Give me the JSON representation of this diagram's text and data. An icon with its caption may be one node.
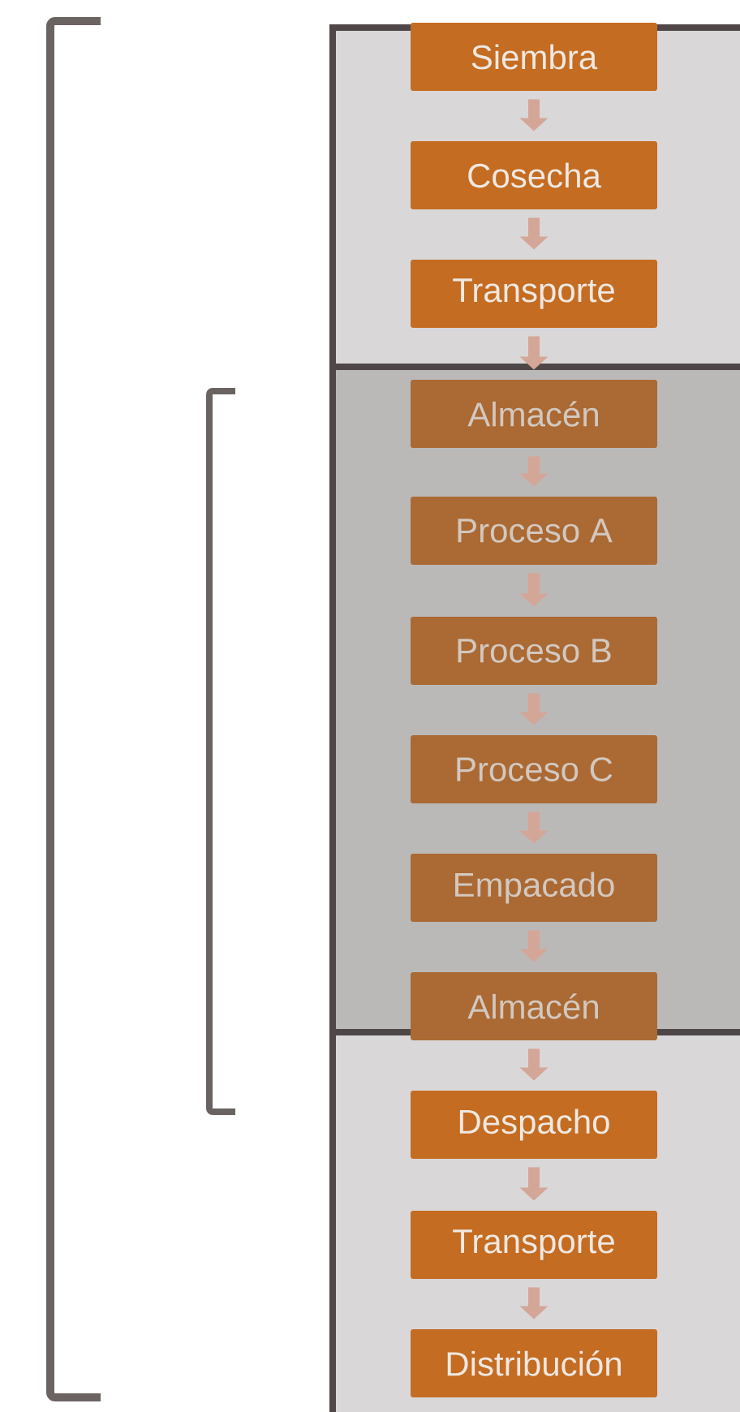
{
  "diagram": {
    "nodes": [
      {
        "text": [],
        "shape": "box"
      },
      {
        "text": [
          "Siembra"
        ],
        "in": 0
      },
      {
        "text": [
          "Cosecha"
        ],
        "in": 0
      },
      {
        "text": [
          "Transporte"
        ],
        "in": 0
      },
      {
        "text": [],
        "shape": "box"
      },
      {
        "text": [
          "Almacén"
        ],
        "in": 4
      },
      {
        "text": [
          "Proceso A"
        ],
        "in": 4
      },
      {
        "text": [
          "Proceso B"
        ],
        "in": 4
      },
      {
        "text": [
          "Proceso C"
        ],
        "in": 4
      },
      {
        "text": [
          "Empacado"
        ],
        "in": 4
      },
      {
        "text": [
          "Almacén"
        ],
        "in": 4
      },
      {
        "text": [],
        "shape": "box"
      },
      {
        "text": [
          "Despacho"
        ],
        "in": 11
      },
      {
        "text": [
          "Transporte"
        ],
        "in": 11
      },
      {
        "text": [
          "Distribución"
        ],
        "in": 11
      }
    ],
    "edges": [
      {
        "from": 1,
        "to": 2,
        "arrow": "to"
      },
      {
        "from": 2,
        "to": 3,
        "arrow": "to"
      },
      {
        "from": 3,
        "to": 5,
        "arrow": "to"
      },
      {
        "from": 5,
        "to": 6,
        "arrow": "to"
      },
      {
        "from": 6,
        "to": 7,
        "arrow": "to"
      },
      {
        "from": 7,
        "to": 8,
        "arrow": "to"
      },
      {
        "from": 8,
        "to": 9,
        "arrow": "to"
      },
      {
        "from": 9,
        "to": 10,
        "arrow": "to"
      },
      {
        "from": 10,
        "to": 12,
        "arrow": "to"
      },
      {
        "from": 12,
        "to": 13,
        "arrow": "to"
      },
      {
        "from": 13,
        "to": 14,
        "arrow": "to"
      }
    ]
  }
}
